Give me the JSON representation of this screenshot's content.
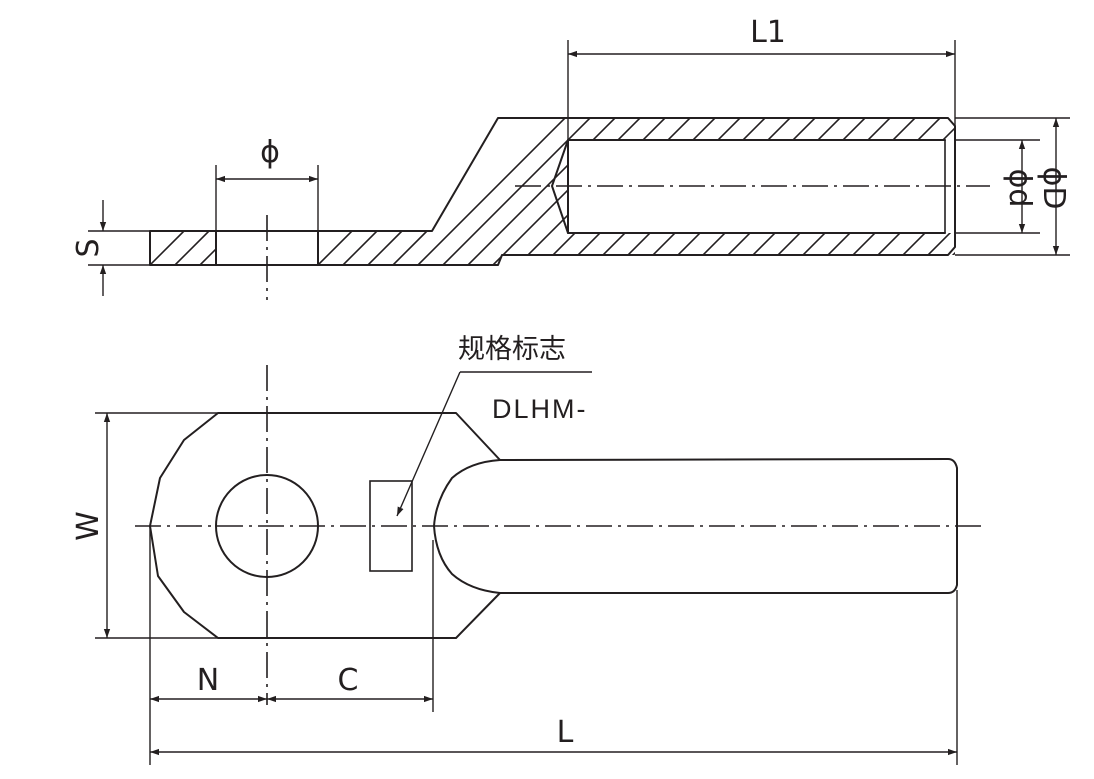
{
  "labels": {
    "l1": "L1",
    "phi": "ϕ",
    "phi_d": "ϕd",
    "phi_D": "ϕD",
    "s": "S",
    "w": "W",
    "n": "N",
    "c": "C",
    "l": "L"
  },
  "annotation": {
    "title": "规格标志",
    "model": "DLHM-"
  },
  "colors": {
    "line": "#231f20",
    "background": "#ffffff"
  }
}
